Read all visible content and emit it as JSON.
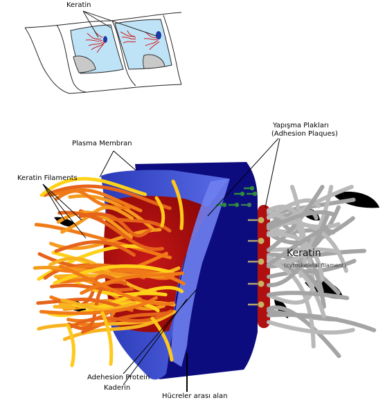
{
  "labels": {
    "keratin_top": "Keratin",
    "adhesion_plaques_tr": "Yapışma Plakları",
    "adhesion_plaques_en": "(Adhesion Plaques)",
    "plasma_membrane": "Plasma Membran",
    "keratin_filaments": "Keratin Filaments",
    "keratin_right": "Keratin",
    "keratin_right_sub": "(cytoskeletal filament)",
    "adhesion_protein": "Adehesion Protein",
    "cadherin": "Kaderin",
    "intercellular_space": "Hücreler arası alan"
  },
  "colors": {
    "membrane_blue": "#3b4fd0",
    "membrane_dark": "#0c0c7e",
    "plaque_red": "#b01010",
    "keratin_orange": "#f07a18",
    "keratin_yellow": "#ffd21a",
    "cadherin_green": "#2f7d3c",
    "keratin_gray": "#b9b9b9",
    "nucleus_blue": "#1c3aa8",
    "top_keratin_red": "#d01818"
  }
}
